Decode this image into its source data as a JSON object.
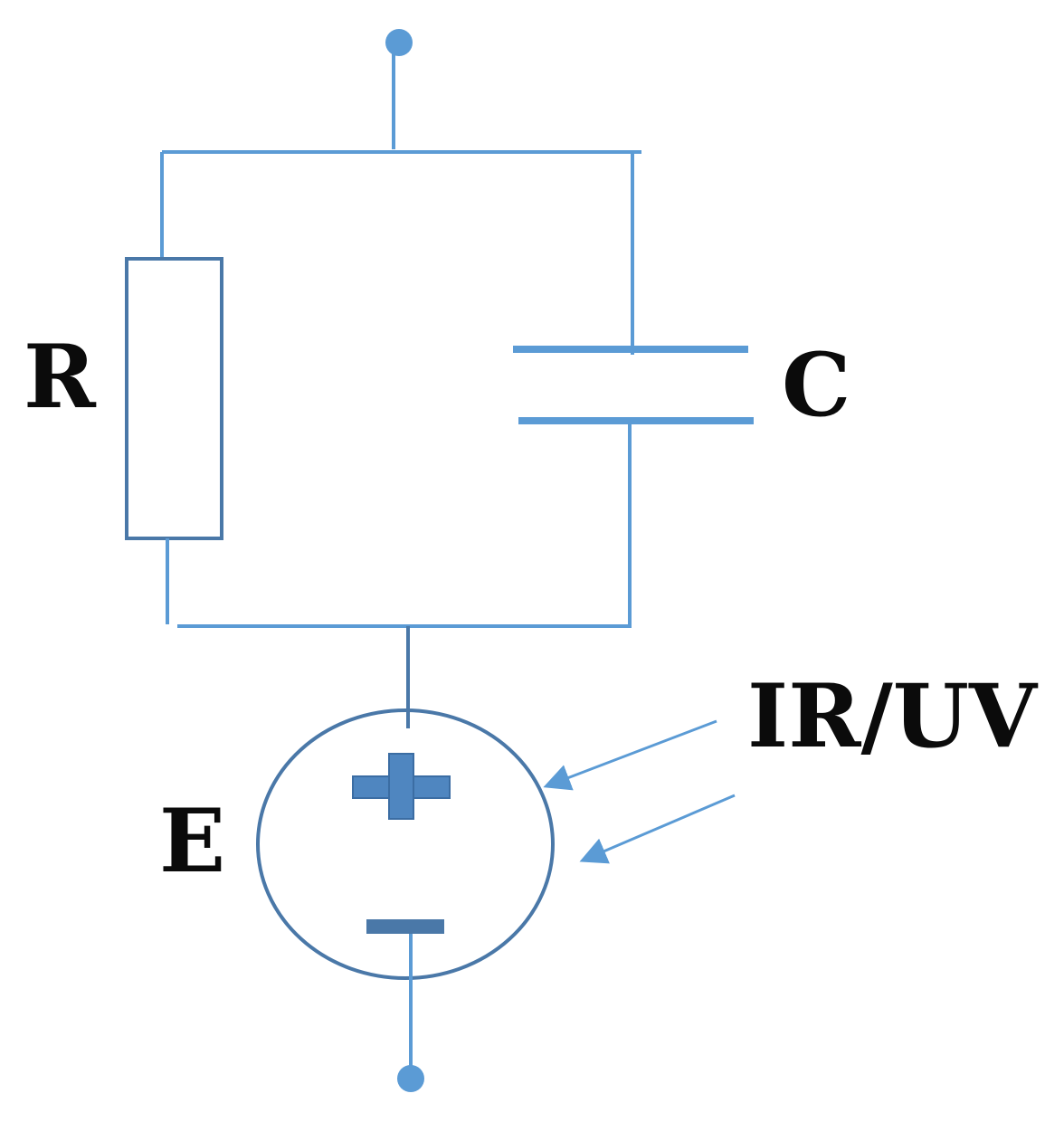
{
  "labels": {
    "resistor": "R",
    "capacitor": "C",
    "source": "E",
    "radiation": "IR/UV"
  },
  "colors": {
    "wire": "#5b9bd5",
    "circle": "#4a78a8",
    "text": "#0b0b0b"
  },
  "icons": {
    "terminal": "terminal-dot",
    "plus": "plus-sign",
    "minus": "minus-sign",
    "arrow": "radiation-arrow"
  }
}
